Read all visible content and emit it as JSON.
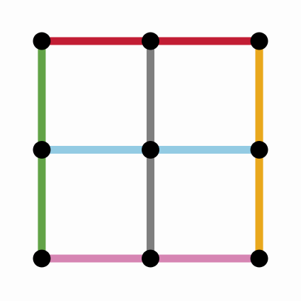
{
  "diagram": {
    "grid": {
      "rows": 3,
      "cols": 3
    },
    "node_color": "#000000",
    "edges": [
      {
        "name": "top-left",
        "from": [
          0,
          0
        ],
        "to": [
          0,
          1
        ],
        "color": "#c21d34"
      },
      {
        "name": "top-right",
        "from": [
          0,
          1
        ],
        "to": [
          0,
          2
        ],
        "color": "#c21d34"
      },
      {
        "name": "middle-left",
        "from": [
          1,
          0
        ],
        "to": [
          1,
          1
        ],
        "color": "#93cbe3"
      },
      {
        "name": "middle-right",
        "from": [
          1,
          1
        ],
        "to": [
          1,
          2
        ],
        "color": "#93cbe3"
      },
      {
        "name": "bottom-left",
        "from": [
          2,
          0
        ],
        "to": [
          2,
          1
        ],
        "color": "#d685b3"
      },
      {
        "name": "bottom-right",
        "from": [
          2,
          1
        ],
        "to": [
          2,
          2
        ],
        "color": "#d685b3"
      },
      {
        "name": "left-upper",
        "from": [
          0,
          0
        ],
        "to": [
          1,
          0
        ],
        "color": "#62a347"
      },
      {
        "name": "left-lower",
        "from": [
          1,
          0
        ],
        "to": [
          2,
          0
        ],
        "color": "#62a347"
      },
      {
        "name": "center-upper",
        "from": [
          0,
          1
        ],
        "to": [
          1,
          1
        ],
        "color": "#7f7f7f"
      },
      {
        "name": "center-lower",
        "from": [
          1,
          1
        ],
        "to": [
          2,
          1
        ],
        "color": "#7f7f7f"
      },
      {
        "name": "right-upper",
        "from": [
          0,
          2
        ],
        "to": [
          1,
          2
        ],
        "color": "#e9a81d"
      },
      {
        "name": "right-lower",
        "from": [
          1,
          2
        ],
        "to": [
          2,
          2
        ],
        "color": "#e9a81d"
      }
    ]
  }
}
